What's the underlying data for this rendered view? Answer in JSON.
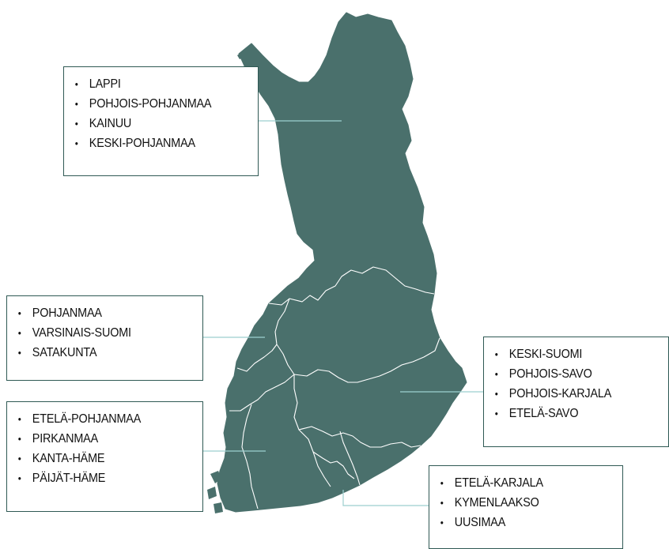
{
  "colors": {
    "land": "#4a706c",
    "border": "#ffffff",
    "leader": "#9ccfcf",
    "box_border": "#2f5954",
    "text": "#111111"
  },
  "boxes": {
    "north": [
      "LAPPI",
      "POHJOIS-POHJANMAA",
      "KAINUU",
      "KESKI-POHJANMAA"
    ],
    "west": [
      "POHJANMAA",
      "VARSINAIS-SUOMI",
      "SATAKUNTA"
    ],
    "east": [
      "KESKI-SUOMI",
      "POHJOIS-SAVO",
      "POHJOIS-KARJALA",
      "ETELÄ-SAVO"
    ],
    "southwest": [
      "ETELÄ-POHJANMAA",
      "PIRKANMAA",
      "KANTA-HÄME",
      "PÄIJÄT-HÄME"
    ],
    "south": [
      "ETELÄ-KARJALA",
      "KYMENLAAKSO",
      "UUSIMAA"
    ]
  }
}
